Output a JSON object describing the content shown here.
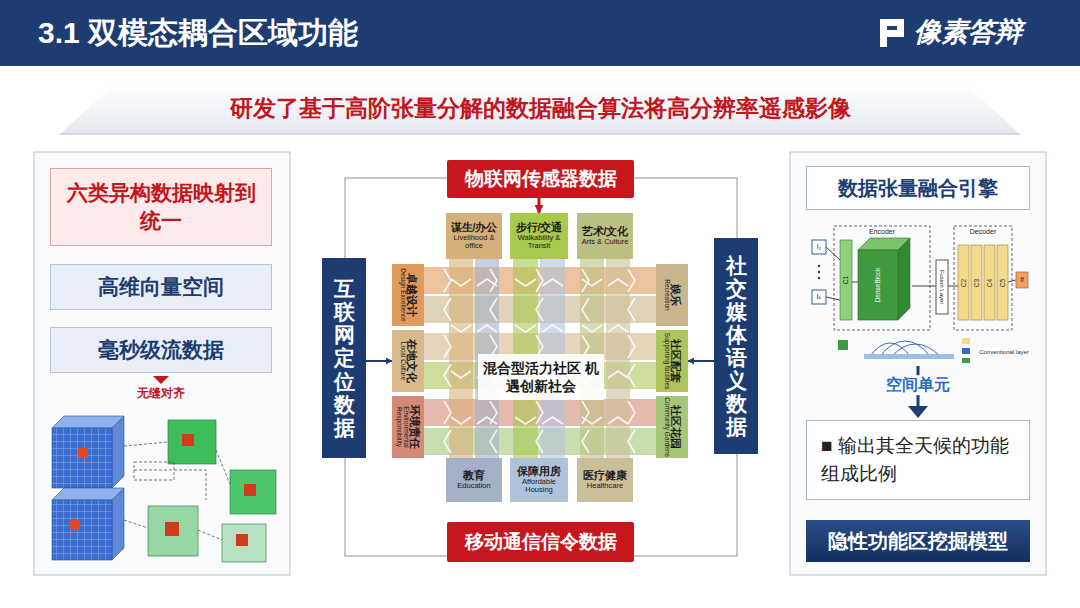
{
  "diagram": {
    "title": "3.1 双模态耦合区域功能",
    "nodes": [
      {
        "text": [
          "研发了基于高阶张量分解的数据融合算法将高分辨率遥感影像"
        ]
      },
      {
        "text": [
          "六类异构数据映射到统一"
        ]
      },
      {
        "text": [
          "高维向量空间"
        ]
      },
      {
        "text": [
          "毫秒级流数据"
        ]
      },
      {
        "text": [
          "物联网传感器数据"
        ]
      },
      {
        "text": [
          "互联网定位数据"
        ]
      },
      {
        "text": [
          "社交媒体语义数据"
        ]
      },
      {
        "text": [
          "谋生/办公",
          "Livelihood & office"
        ]
      },
      {
        "text": [
          "步行/交通",
          "Walkability & Transit"
        ]
      },
      {
        "text": [
          "艺术/文化",
          "Arts & Culture"
        ]
      },
      {
        "text": [
          "卓越设计",
          "Design Excellence"
        ]
      },
      {
        "text": [
          "娱乐",
          "Recreation"
        ]
      },
      {
        "text": [
          "在地文化",
          "Local Culture"
        ]
      },
      {
        "text": [
          "混合型活力社区 机遇创新社会"
        ]
      },
      {
        "text": [
          "社区配套",
          "Supporting facilities"
        ]
      },
      {
        "text": [
          "环境责任",
          "Environmental Responsibility"
        ]
      },
      {
        "text": [
          "社区花园",
          "Community Gardens"
        ]
      },
      {
        "text": [
          "教育",
          "Education"
        ]
      },
      {
        "text": [
          "保障用房",
          "Affordable Housing"
        ]
      },
      {
        "text": [
          "医疗健康",
          "Healthcare"
        ]
      },
      {
        "text": [
          "移动通信信令数据"
        ]
      },
      {
        "text": [
          "数据张量融合引擎"
        ]
      },
      {
        "text": [
          "■ 输出其全天候的功能组成比例"
        ]
      },
      {
        "text": [
          "隐性功能区挖掘模型"
        ]
      }
    ],
    "edges": [
      {
        "from": 4,
        "to": 8,
        "arrow": "to"
      },
      {
        "from": 5,
        "to": 12,
        "arrow": "to"
      },
      {
        "from": 6,
        "to": 14,
        "arrow": "to"
      }
    ],
    "labels": [
      "像素答辩",
      "无缝对齐",
      "空间单元",
      "Encoder",
      "Decoder",
      "I₁",
      "Iₖ",
      "If",
      "C1",
      "DenseBlock",
      "Fusion Layer",
      "C2",
      "C3",
      "C4",
      "C5",
      "Conventional layer"
    ]
  }
}
